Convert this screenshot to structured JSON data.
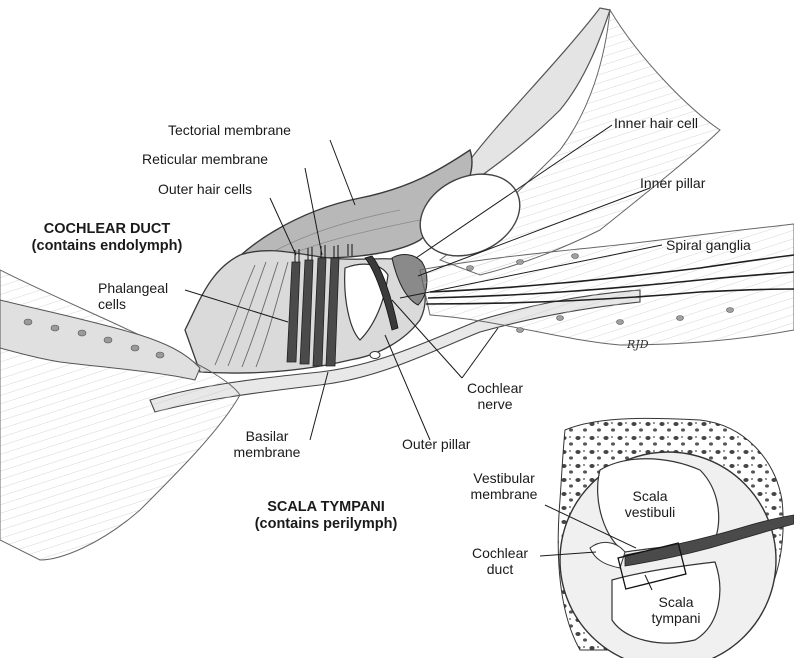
{
  "labels": {
    "tectorial_membrane": "Tectorial membrane",
    "reticular_membrane": "Reticular membrane",
    "outer_hair_cells": "Outer hair cells",
    "inner_hair_cell": "Inner hair cell",
    "inner_pillar": "Inner pillar",
    "spiral_ganglia": "Spiral ganglia",
    "phalangeal_cells": "Phalangeal\ncells",
    "cochlear_nerve": "Cochlear\nnerve",
    "basilar_membrane": "Basilar\nmembrane",
    "outer_pillar": "Outer pillar"
  },
  "regions": {
    "cochlear_duct": "COCHLEAR DUCT\n(contains endolymph)",
    "scala_tympani": "SCALA TYMPANI\n(contains perilymph)"
  },
  "inset": {
    "vestibular_membrane": "Vestibular\nmembrane",
    "cochlear_duct": "Cochlear\nduct",
    "scala_vestibuli": "Scala\nvestibuli",
    "scala_tympani": "Scala\ntympani"
  },
  "signature": "RJD"
}
